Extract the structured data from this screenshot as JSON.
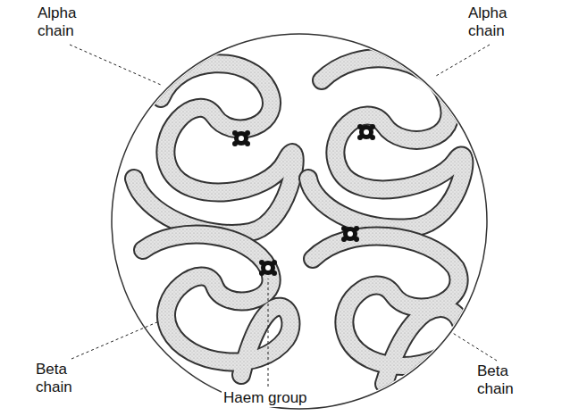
{
  "diagram": {
    "labels": [
      "Alpha chain",
      "Alpha chain",
      "Beta chain",
      "Haem group",
      "Beta chain"
    ]
  }
}
